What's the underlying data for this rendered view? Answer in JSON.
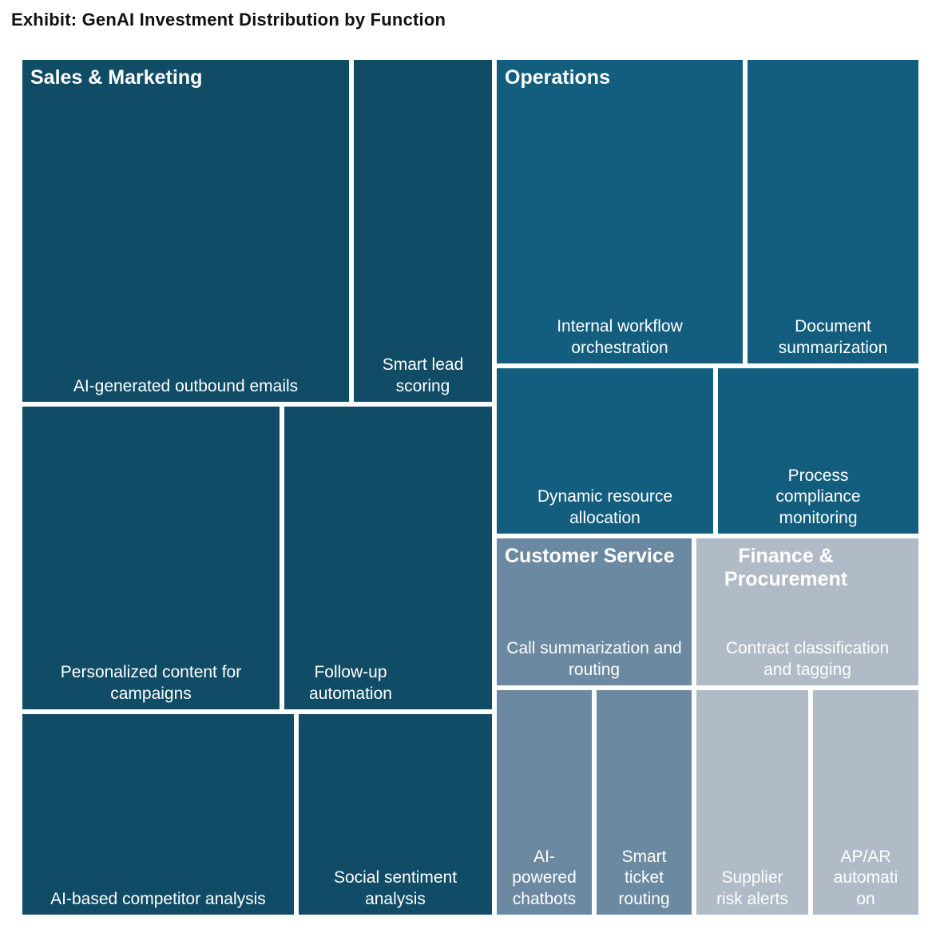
{
  "title": "Exhibit: GenAI Investment Distribution by Function",
  "chart_data": {
    "type": "treemap",
    "title": "Exhibit: GenAI Investment Distribution by Function",
    "legend": "none",
    "value_labels_shown": false,
    "note": "cell sizes encode relative investment share; percentages below are estimated from cell areas",
    "label_color": "#ffffff",
    "background": "#ffffff",
    "groups": [
      {
        "name": "Sales & Marketing",
        "color": "#114c66",
        "share_pct_est": 51.3,
        "items": [
          {
            "label": "AI-generated outbound emails",
            "share_pct_est": 14.6
          },
          {
            "label": "Smart lead scoring",
            "share_pct_est": 6.2
          },
          {
            "label": "Personalized content for campaigns",
            "share_pct_est": 10.2
          },
          {
            "label": "Follow-up automation",
            "share_pct_est": 8.2
          },
          {
            "label": "AI-based competitor analysis",
            "share_pct_est": 7.1
          },
          {
            "label": "Social sentiment analysis",
            "share_pct_est": 5.1
          }
        ]
      },
      {
        "name": "Operations",
        "color": "#135e7f",
        "share_pct_est": 25.5,
        "items": [
          {
            "label": "Internal workflow orchestration",
            "share_pct_est": 9.7
          },
          {
            "label": "Document summarization",
            "share_pct_est": 6.8
          },
          {
            "label": "Dynamic resource allocation",
            "share_pct_est": 4.7
          },
          {
            "label": "Process compliance monitoring",
            "share_pct_est": 4.3
          }
        ]
      },
      {
        "name": "Customer Service",
        "color": "#6b89a1",
        "share_pct_est": 9.3,
        "items": [
          {
            "label": "Call summarization and routing",
            "share_pct_est": 3.7
          },
          {
            "label": "AI-powered chatbots",
            "share_pct_est": 2.8
          },
          {
            "label": "Smart ticket routing",
            "share_pct_est": 2.8
          }
        ]
      },
      {
        "name": "Finance & Procurement",
        "color": "#b0bbc7",
        "share_pct_est": 10.7,
        "items": [
          {
            "label": "Contract classification and tagging",
            "share_pct_est": 4.3
          },
          {
            "label": "Supplier risk alerts",
            "share_pct_est": 3.3
          },
          {
            "label": "AP/AR automation",
            "share_pct_est": 3.1
          }
        ]
      }
    ]
  }
}
